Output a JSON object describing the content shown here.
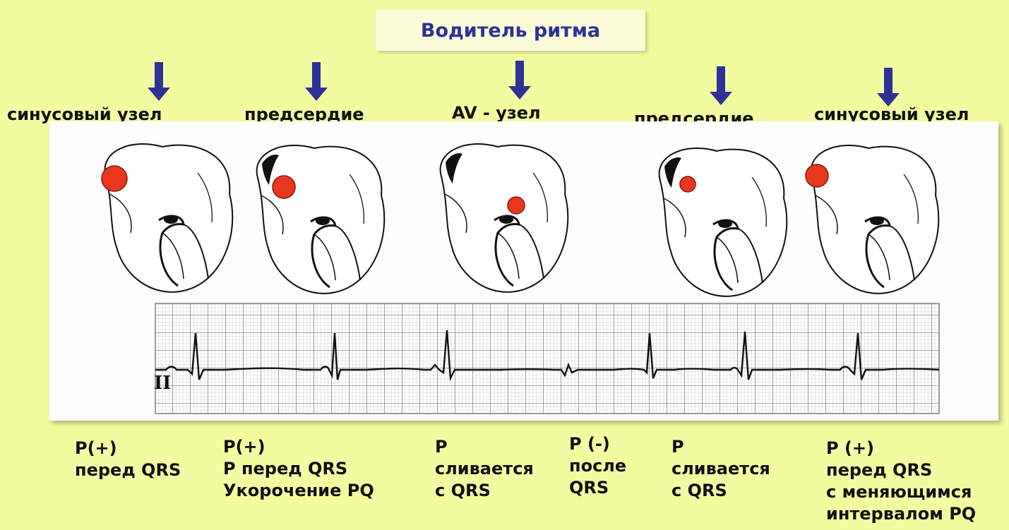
{
  "title": "Водитель ритма",
  "colors": {
    "arrow": "#2e3197",
    "focus": "#e8371e",
    "background": "#f3fba1"
  },
  "pacemaker_sites": [
    {
      "label": "синусовый узел"
    },
    {
      "label": "предсердие"
    },
    {
      "label": "AV - узел"
    },
    {
      "label": "предсердие"
    },
    {
      "label": "синусовый узел"
    }
  ],
  "ecg_lead": "II",
  "descriptions": [
    {
      "lines": [
        "P(+)",
        "перед QRS"
      ]
    },
    {
      "lines": [
        "P(+)",
        "P перед QRS",
        "Укорочение PQ"
      ]
    },
    {
      "lines": [
        "P",
        "сливается",
        "с QRS"
      ]
    },
    {
      "lines": [
        "P  (-)",
        "после",
        "QRS"
      ]
    },
    {
      "lines": [
        "P",
        "сливается",
        "с QRS"
      ]
    },
    {
      "lines": [
        "P (+)",
        "перед QRS",
        "с меняющимся",
        "интервалом PQ"
      ]
    }
  ]
}
